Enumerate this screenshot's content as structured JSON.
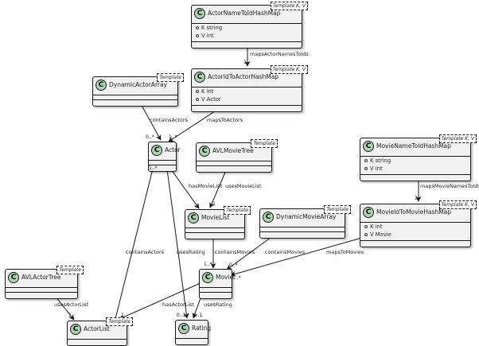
{
  "classes": {
    "ActorNameToIdHashMap": {
      "stereotype": "C",
      "name": "ActorNameToIdHashMap",
      "template": "Template K, V",
      "attributes": [
        "K string",
        "V int"
      ]
    },
    "ActorIdToActorHashMap": {
      "stereotype": "C",
      "name": "ActorIdToActorHashMap",
      "template": "Template K, V",
      "attributes": [
        "K int",
        "V Actor"
      ]
    },
    "DynamicActorArray": {
      "stereotype": "C",
      "name": "DynamicActorArray",
      "template": "Template"
    },
    "Actor": {
      "stereotype": "C",
      "name": "Actor"
    },
    "AVLMovieTree": {
      "stereotype": "C",
      "name": "AVLMovieTree",
      "template": "Template"
    },
    "MovieList": {
      "stereotype": "C",
      "name": "MovieList",
      "template": "Template"
    },
    "DynamicMovieArray": {
      "stereotype": "C",
      "name": "DynamicMovieArray",
      "template": "Template"
    },
    "MovieNameToIdHashMap": {
      "stereotype": "C",
      "name": "MovieNameToIdHashMap",
      "template": "Template K, V",
      "attributes": [
        "K string",
        "V int"
      ]
    },
    "MovieIdToMovieHashMap": {
      "stereotype": "C",
      "name": "MovieIdToMovieHashMap",
      "template": "Template K, V",
      "attributes": [
        "K int",
        "V Movie"
      ]
    },
    "Movie": {
      "stereotype": "C",
      "name": "Movie"
    },
    "AVLActorTree": {
      "stereotype": "C",
      "name": "AVLActorTree",
      "template": "Template"
    },
    "ActorList": {
      "stereotype": "C",
      "name": "ActorList",
      "template": "Template"
    },
    "Rating": {
      "stereotype": "C",
      "name": "Rating"
    }
  },
  "relations": {
    "mapsActorNamesToIds": {
      "label": "mapsActorNamesToIds",
      "target_mult": "1"
    },
    "containsActors_top": {
      "label": "containsActors",
      "target_mult": "0..*"
    },
    "mapsToActors": {
      "label": "mapsToActors",
      "target_mult": "1..*"
    },
    "hasMovieList": {
      "label": "hasMovieList",
      "source_mult": "1..*"
    },
    "usesMovieList": {
      "label": "usesMovieList",
      "target_mult": "1"
    },
    "mapsMovieNamesToIds": {
      "label": "mapsMovieNamesToIds",
      "target_mult": "1"
    },
    "containsMovies_left": {
      "label": "containsMovies",
      "target_mult": "1..*"
    },
    "containsMovies_right": {
      "label": "containsMovies",
      "target_mult": "0..*"
    },
    "mapsToMovies": {
      "label": "mapsToMovies",
      "target_mult": "1..*"
    },
    "containsActors_bottom": {
      "label": "containsActors"
    },
    "usesRating_actor": {
      "label": "usesRating",
      "target_mult": "0..1"
    },
    "usesRating_movie": {
      "label": "usesRating",
      "target_mult": "0..1"
    },
    "hasActorList": {
      "label": "hasActorList",
      "target_mult": "1"
    },
    "usesActorList": {
      "label": "usesActorList",
      "target_mult": "1"
    }
  }
}
